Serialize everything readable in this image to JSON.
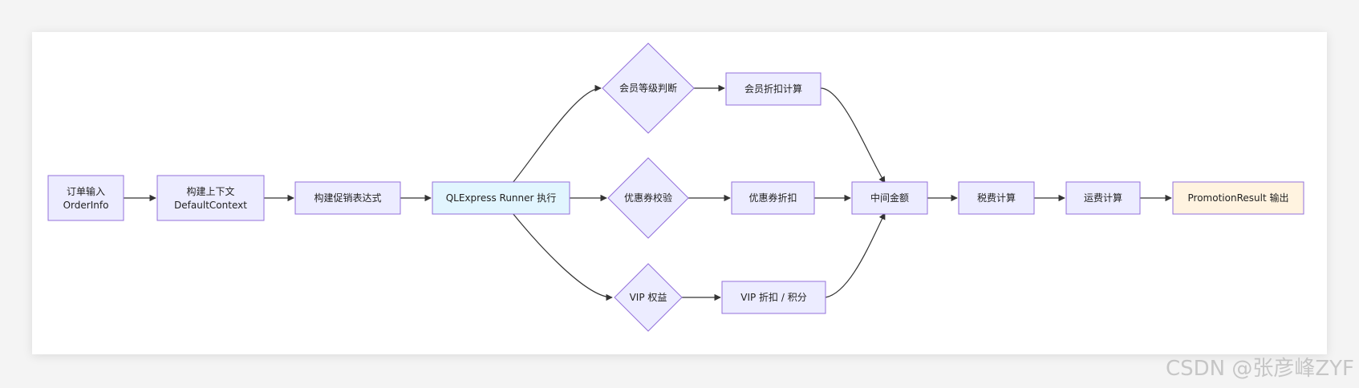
{
  "nodes": {
    "order_input": {
      "line1": "订单输入",
      "line2": "OrderInfo"
    },
    "build_context": {
      "line1": "构建上下文",
      "line2": "DefaultContext"
    },
    "build_expression": "构建促销表达式",
    "qlexpress_runner": "QLExpress Runner 执行",
    "member_level_check": "会员等级判断",
    "coupon_check": "优惠券校验",
    "vip_benefit": "VIP 权益",
    "member_discount": "会员折扣计算",
    "coupon_discount": "优惠券折扣",
    "vip_discount_points": "VIP 折扣 / 积分",
    "intermediate_amount": "中间金额",
    "tax_calc": "税费计算",
    "shipping_calc": "运费计算",
    "promotion_result": "PromotionResult 输出"
  },
  "colors": {
    "node_fill": "#ECECFF",
    "node_border": "#9370DB",
    "runner_fill": "#E1F5FE",
    "result_fill": "#FFF3E0",
    "edge": "#333333"
  },
  "watermark": "CSDN @张彦峰ZYF"
}
